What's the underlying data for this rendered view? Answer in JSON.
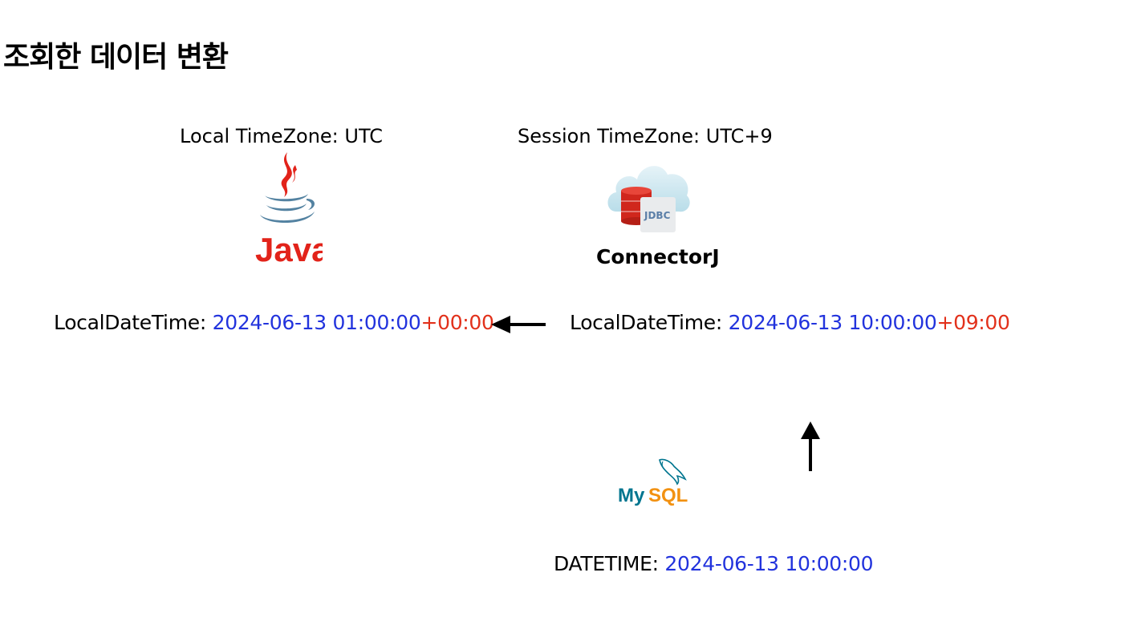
{
  "title": "조회한 데이터 변환",
  "java": {
    "timezone_label": "Local TimeZone: UTC",
    "logo_text": "Java",
    "ldt_label": "LocalDateTime: ",
    "ldt_value": "2024-06-13 01:00:00",
    "ldt_offset": "+00:00"
  },
  "connector": {
    "timezone_label": "Session TimeZone: UTC+9",
    "badge_text": "JDBC",
    "name": "ConnectorJ",
    "ldt_label": "LocalDateTime: ",
    "ldt_value": "2024-06-13 10:00:00",
    "ldt_offset": "+09:00"
  },
  "mysql": {
    "logo_my": "My",
    "logo_sql": "SQL",
    "dt_label": "DATETIME: ",
    "dt_value": "2024-06-13 10:00:00"
  },
  "colors": {
    "value_blue": "#2233dd",
    "offset_red": "#e2311b",
    "java_red": "#e2231a",
    "java_blue": "#5382a1",
    "mysql_blue": "#00758f",
    "mysql_orange": "#f29111"
  },
  "icons": [
    "java-logo",
    "jdbc-database-logo",
    "mysql-dolphin-logo",
    "arrow-left-icon",
    "arrow-up-icon"
  ]
}
